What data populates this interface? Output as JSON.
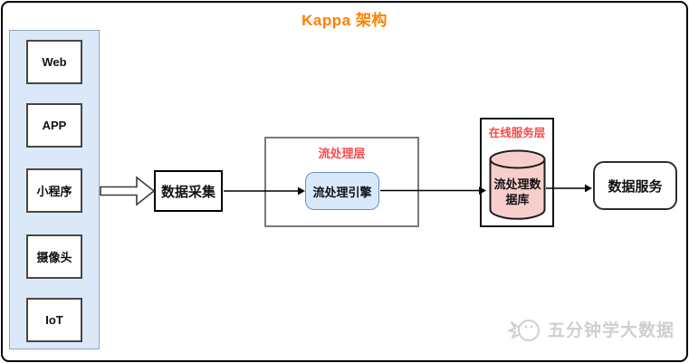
{
  "title": "Kappa 架构",
  "colors": {
    "title": "#ff8000",
    "layer_label": "#fb4a4b",
    "panel_fill": "#dbe8f7",
    "panel_border": "#8da3bf",
    "engine_fill": "#dae8fc",
    "engine_border": "#6c8ebf",
    "db_fill": "#f8cecc",
    "watermark": "#cfcfcf"
  },
  "sources": {
    "items": [
      {
        "label": "Web"
      },
      {
        "label": "APP"
      },
      {
        "label": "小程序"
      },
      {
        "label": "摄像头"
      },
      {
        "label": "IoT"
      }
    ]
  },
  "nodes": {
    "collect": {
      "label": "数据采集"
    },
    "engine": {
      "label": "流处理引擎"
    },
    "stream_db": {
      "label": "流处理数据库"
    },
    "serve": {
      "label": "数据服务"
    }
  },
  "layers": {
    "stream": {
      "label": "流处理层"
    },
    "online": {
      "label": "在线服务层"
    }
  },
  "watermark": {
    "text": "五分钟学大数据",
    "icon": "bird-logo-icon"
  }
}
